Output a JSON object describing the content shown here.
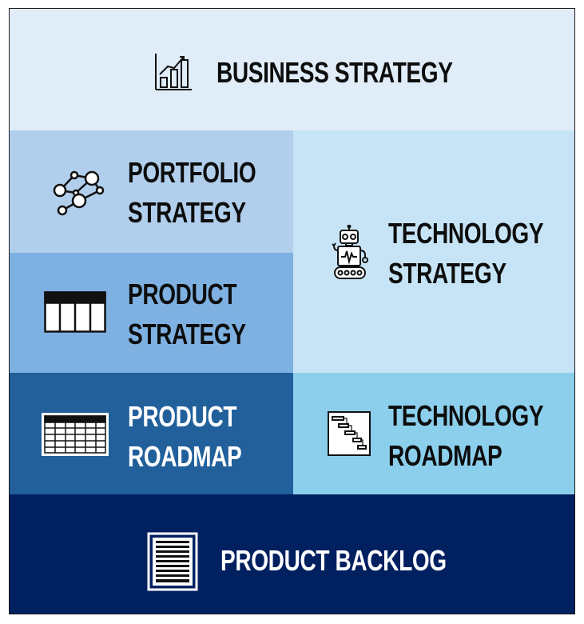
{
  "blocks": {
    "business_strategy": {
      "lines": [
        "BUSINESS STRATEGY"
      ],
      "icon": "bar-chart-icon",
      "color": "#e0ecf7"
    },
    "portfolio_strategy": {
      "lines": [
        "PORTFOLIO",
        "STRATEGY"
      ],
      "icon": "network-nodes-icon",
      "color": "#b1cfec"
    },
    "technology_strategy": {
      "lines": [
        "TECHNOLOGY",
        "STRATEGY"
      ],
      "icon": "robot-icon",
      "color": "#c7e4f6"
    },
    "product_strategy": {
      "lines": [
        "PRODUCT",
        "STRATEGY"
      ],
      "icon": "columns-table-icon",
      "color": "#7eb1e1"
    },
    "product_roadmap": {
      "lines": [
        "PRODUCT",
        "ROADMAP"
      ],
      "icon": "grid-table-icon",
      "color": "#21609a"
    },
    "technology_roadmap": {
      "lines": [
        "TECHNOLOGY",
        "ROADMAP"
      ],
      "icon": "gantt-chart-icon",
      "color": "#8ccfed"
    },
    "product_backlog": {
      "lines": [
        "PRODUCT BACKLOG"
      ],
      "icon": "backlog-list-icon",
      "color": "#002060"
    }
  }
}
